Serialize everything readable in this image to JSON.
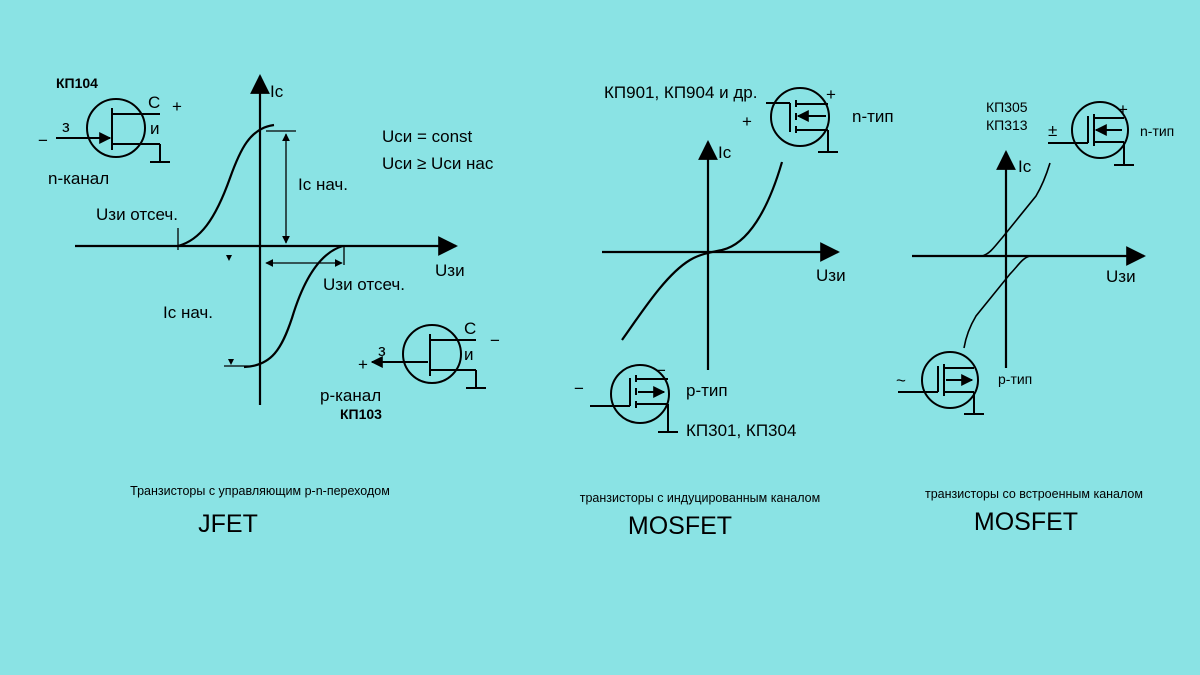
{
  "colors": {
    "background": "#8ae3e4",
    "ink": "#000000"
  },
  "jfet": {
    "part_n": "КП104",
    "part_p": "КП103",
    "n_channel": "n-канал",
    "p_channel": "p-канал",
    "axis_ic": "Ic",
    "axis_uzi": "Uзи",
    "cond_1": "Uси = const",
    "cond_2": "Uси ≥ Uси нас",
    "ic_start_top": "Ic нач.",
    "ic_start_bottom": "Ic нач.",
    "u_cutoff_left": "Uзи отсеч.",
    "u_cutoff_right": "Uзи отсеч.",
    "pin_c": "С",
    "pin_i": "и",
    "pin_z": "з",
    "plus": "+",
    "minus": "−",
    "caption": "Транзисторы с управляющим p-n-переходом",
    "title": "JFET"
  },
  "mosfet_induced": {
    "parts_n": "КП901, КП904 и др.",
    "parts_p": "КП301, КП304",
    "n_type": "n-тип",
    "p_type": "p-тип",
    "axis_ic": "Ic",
    "axis_uzi": "Uзи",
    "plus": "+",
    "minus": "−",
    "caption": "транзисторы с индуцированным каналом",
    "title": "MOSFET"
  },
  "mosfet_builtin": {
    "part_1": "КП305",
    "part_2": "КП313",
    "n_type": "n-тип",
    "p_type": "p-тип",
    "axis_ic": "Ic",
    "axis_uzi": "Uзи",
    "plus": "+",
    "plusminus": "±",
    "tilde": "~",
    "caption": "транзисторы со встроенным каналом",
    "title": "MOSFET"
  }
}
